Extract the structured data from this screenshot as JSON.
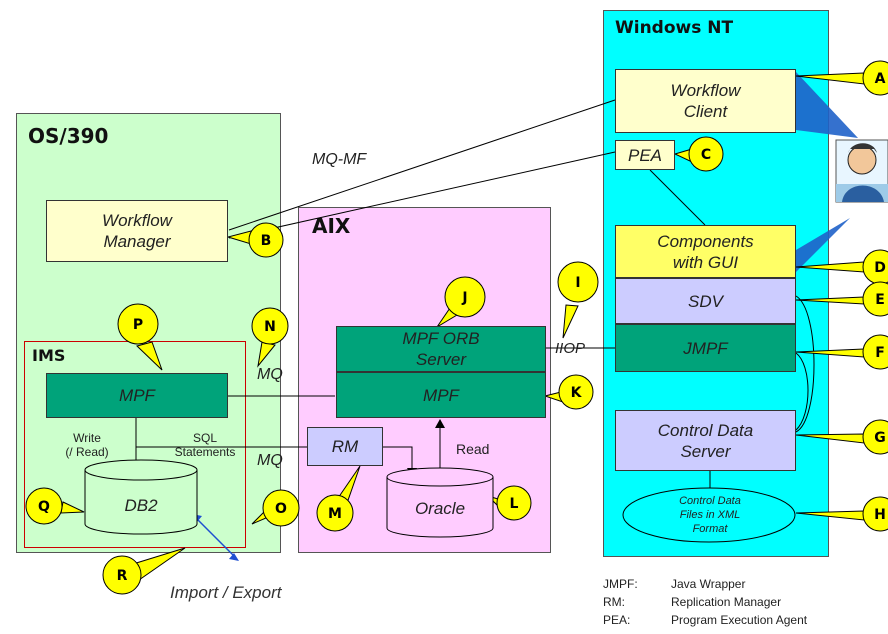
{
  "regions": {
    "os390": "OS/390",
    "aix": "AIX",
    "windows_nt": "Windows NT",
    "ims": "IMS"
  },
  "boxes": {
    "workflow_manager": "Workflow\nManager",
    "workflow_client": "Workflow\nClient",
    "pea": "PEA",
    "components_gui": "Components\nwith GUI",
    "sdv": "SDV",
    "jmpf": "JMPF",
    "control_data_server": "Control Data\nServer",
    "control_data_files": "Control Data\nFiles in XML\nFormat",
    "mpf_orb_server": "MPF ORB\nServer",
    "mpf_aix": "MPF",
    "rm": "RM",
    "oracle": "Oracle",
    "mpf_ims": "MPF",
    "db2": "DB2"
  },
  "labels": {
    "mq_mf": "MQ-MF",
    "iiop": "IIOP",
    "mq_1": "MQ",
    "mq_2": "MQ",
    "sql_statements": "SQL\nStatements",
    "write_read": "Write\n(/ Read)",
    "read": "Read",
    "import_export": "Import / Export"
  },
  "callouts": [
    "A",
    "B",
    "C",
    "D",
    "E",
    "F",
    "G",
    "H",
    "I",
    "J",
    "K",
    "L",
    "M",
    "N",
    "O",
    "P",
    "Q",
    "R"
  ],
  "legend": [
    {
      "key": "JMPF:",
      "value": "Java Wrapper"
    },
    {
      "key": "RM:",
      "value": "Replication Manager"
    },
    {
      "key": "PEA:",
      "value": "Program Execution Agent"
    }
  ],
  "colors": {
    "os390_bg": "#ccffcc",
    "aix_bg": "#ffccff",
    "nt_bg": "#00ffff",
    "light_yellow": "#ffffcc",
    "yellow": "#ffff66",
    "lavender": "#ccccff",
    "teal": "#00a37a",
    "callout": "#ffff00",
    "ims_border": "#cc0000"
  }
}
